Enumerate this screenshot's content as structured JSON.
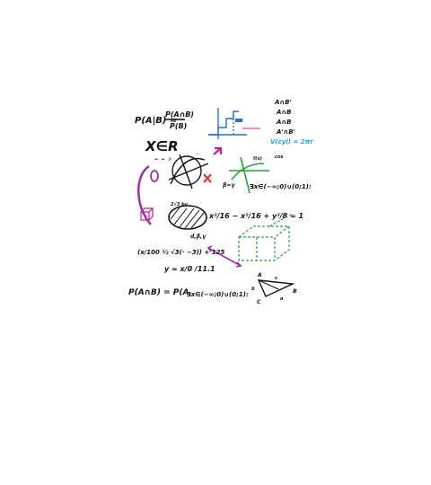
{
  "colors": {
    "ink": "#111111",
    "blue": "#2a6fd1",
    "cyan": "#19a7e0",
    "magenta": "#c81d8a",
    "purple": "#a02bb3",
    "green": "#22a33a",
    "red": "#e23a4a"
  },
  "formulas": {
    "prob_top_left": "P(A|B) =",
    "prob_fraction_num": "P(A∩B)",
    "prob_fraction_den": "P(B)",
    "set_member": "X∈R",
    "right_list": [
      "A∩B'",
      "A∩B",
      "A∩B",
      "A'∩B'"
    ],
    "volume": "V(cyl) = 2πr",
    "interval_1": "∃x∈(−∞;0)∪(0;1):",
    "ellipse_eq": "x²/16 − x²/16 + y²/8 = 1",
    "ellipse_label": "2√3 by",
    "beta_label": "d,β,γ",
    "cosine_expr": "(x/100 ½ √3(· −3)) + 125",
    "y_eq": "y = x/0 /11.1",
    "prob_bottom": "P(A∩B) = P(A",
    "interval_2": "∃x∈(−∞;0)∪(0;1):",
    "triangle_a": "A",
    "triangle_b": "B",
    "triangle_c": "C",
    "triangle_side": "c",
    "triangle_side_b": "b",
    "triangle_side_a": "a"
  }
}
